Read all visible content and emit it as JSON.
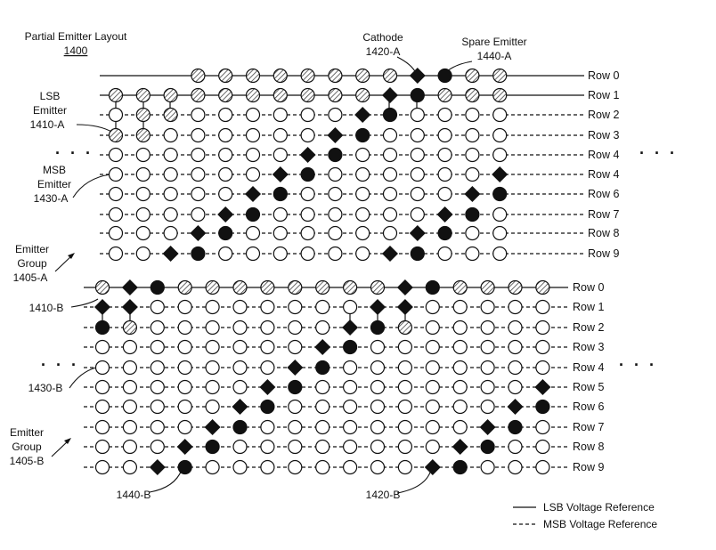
{
  "title": "Partial Emitter Layout",
  "figure_number": "1400",
  "labels": {
    "cathode_a": "Cathode",
    "cathode_a_ref": "1420-A",
    "spare_a": "Spare Emitter",
    "spare_a_ref": "1440-A",
    "lsb_a_1": "LSB",
    "lsb_a_2": "Emitter",
    "lsb_a_ref": "1410-A",
    "msb_a_1": "MSB",
    "msb_a_2": "Emitter",
    "msb_a_ref": "1430-A",
    "group_a_1": "Emitter",
    "group_a_2": "Group",
    "group_a_ref": "1405-A",
    "lsb_b_ref": "1410-B",
    "msb_b_ref": "1430-B",
    "group_b_1": "Emitter",
    "group_b_2": "Group",
    "group_b_ref": "1405-B",
    "spare_b_ref": "1440-B",
    "cathode_b_ref": "1420-B",
    "ellipsis": "· · ·"
  },
  "legend": {
    "lsb": "LSB Voltage Reference",
    "msb": "MSB Voltage Reference"
  },
  "row_labels_a": [
    "Row 0",
    "Row 1",
    "Row 2",
    "Row 3",
    "Row 4",
    "Row 4",
    "Row 6",
    "Row 7",
    "Row 8",
    "Row 9"
  ],
  "row_labels_b": [
    "Row 0",
    "Row 1",
    "Row 2",
    "Row 3",
    "Row 4",
    "Row 5",
    "Row 6",
    "Row 7",
    "Row 8",
    "Row 9"
  ]
}
